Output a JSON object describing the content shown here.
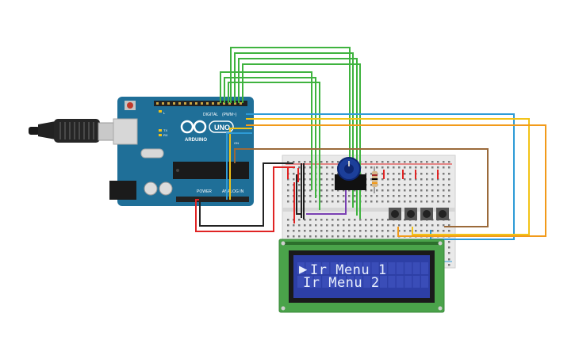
{
  "arduino": {
    "brand": "ARDUINO",
    "model": "UNO",
    "digital_label": "DIGITAL",
    "pwm_label": "(PWM~)",
    "power_label": "POWER",
    "analog_label": "ANALOG IN",
    "tx_label": "TX",
    "rx_label": "RX",
    "l_label": "L",
    "on_label": "ON"
  },
  "lcd": {
    "cursor": "▶",
    "line1": "Ir Menu 1",
    "line2": " Ir Menu 2"
  },
  "colors": {
    "board": "#1f6f98",
    "breadboard": "#e9e9e9",
    "lcd_pcb": "#4aa34a",
    "lcd_screen": "#2d3fa6",
    "wire_green": "#3fb33f",
    "wire_blue": "#2e9bd6",
    "wire_yellow": "#f2c318",
    "wire_orange": "#f29a1a",
    "wire_brown": "#9b6a3a",
    "wire_red": "#e02424",
    "wire_black": "#222222",
    "wire_purple": "#7a3fb3"
  },
  "icons": [
    "usb-cable-icon",
    "potentiometer-icon",
    "pushbutton-icon",
    "resistor-icon",
    "reset-button-icon"
  ]
}
